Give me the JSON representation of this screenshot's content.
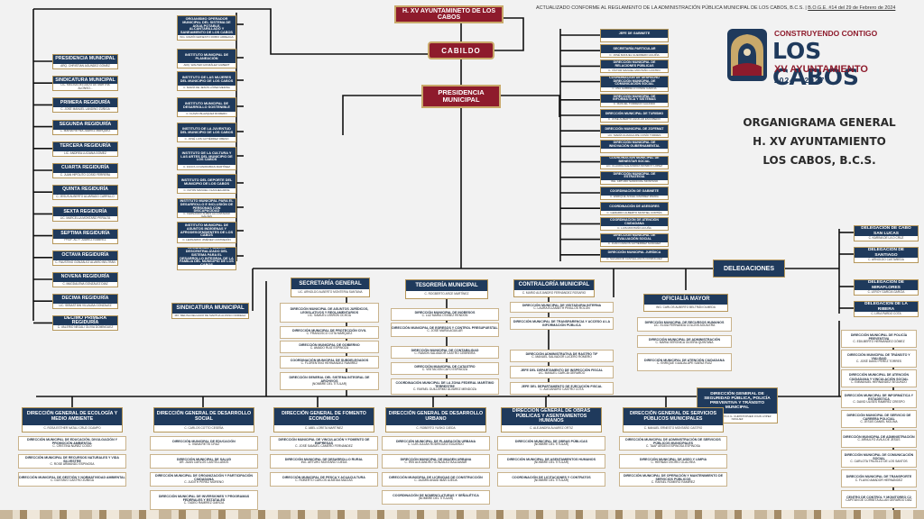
{
  "update_note": {
    "text": "ACTUALIZADO CONFORME AL REGLAMENTO DE LA ADMINISTRACIÓN PÚBLICA MUNICIPAL DE LOS CABOS, B.C.S.",
    "sep": "|",
    "boge": "B.O.G.E. #14 del 29 de Febrero de 2024"
  },
  "top": {
    "ayuntamiento": "H. XV AYUNTAMINETO DE LOS CABOS",
    "cabildo": "CABILDO",
    "presidencia": "PRESIDENCIA MUNICIPAL"
  },
  "logo": {
    "slogan": "CONSTRUYENDO CONTIGO",
    "name": "LOS CABOS",
    "sub": "XV AYUNTAMIENTO",
    "years": "2024 - 2027"
  },
  "org_title": [
    "ORGANIGRAMA GENERAL",
    "H. XV AYUNTAMIENTO",
    "LOS CABOS, B.C.S."
  ],
  "regidurias": [
    {
      "t": "PRESIDENCIA MUNICIPAL",
      "n": "ARQ. CHRISTIAN AGUNDEZ GÓMEZ"
    },
    {
      "t": "SINDICATURA MUNICIPAL",
      "n": "LIC. MELISA DELGADO DE MARTHA ALONSO..."
    },
    {
      "t": "PRIMERA REGIDURÍA",
      "n": "C. JOSÉ MANUEL LANDINO ZÚÑIGA"
    },
    {
      "t": "SEGUNDA REGIDURÍA",
      "n": "C. MARÍA REYNA JUÁREZ MÁRQUEZ"
    },
    {
      "t": "TERCERA REGIDURÍA",
      "n": "LIC. ANDREA LUCIANA GÓMEZ"
    },
    {
      "t": "CUARTA REGIDURÍA",
      "n": "C. JUAN HIPÓLITO COSÍO FERRERA"
    },
    {
      "t": "QUINTA REGIDURÍA",
      "n": "C. JESÚS ALBERTO ALVARADO CARRILLO"
    },
    {
      "t": "SEXTA REGIDURÍA",
      "n": "LIC. MARCELLA MONTAÑO PERALTA"
    },
    {
      "t": "SEPTIMA REGIDURÍA",
      "n": "PROF. ALTY JUÁREZ RAMÍREZ"
    },
    {
      "t": "OCTAVA REGIDURÍA",
      "n": "C. FAUSTINO GONZÁLEZ ALVARO BELTRÁN"
    },
    {
      "t": "NOVENA REGIDURÍA",
      "n": "C. MAGDALENA GONZÁLEZ DÍAZ"
    },
    {
      "t": "DECIMA REGIDURÍA",
      "n": "LIC. SEBASTIÁN VILLALBA GONZÁLEZ"
    },
    {
      "t": "DECIMO PRIMERA REGIDURÍA",
      "n": "C. VALERIO NEGALI OLIVIA DOMÍNGUEZ"
    }
  ],
  "sindicatura_bottom": {
    "t": "SINDICATURA MUNICIPAL",
    "n": "MX. MELISA DELGADO DE MARTHA ALONSO NORIEGA"
  },
  "institutos": [
    {
      "t": "ORGANISMO OPERADOR MUNICIPAL DEL SISTEMA DE AGUA POTABLE, ALCANTARILLADO Y SANEAMIENTO DE LOS CABOS",
      "n": "ING. RAMÓN ERNESTO ROBIO ARREAGA"
    },
    {
      "t": "INSTITUTO MUNICIPAL DE PLANEACIÓN",
      "n": "ARQ. WALTER GONZÁLEZ GILBERT"
    },
    {
      "t": "INSTITUTO DE LAS MUJERES DEL MUNICIPIO DE LOS CABOS",
      "n": "C. MARÍA DE JESÚS LÓPEZ MEDINA"
    },
    {
      "t": "INSTITUTO MUNICIPAL DE DESARROLLO SOSTENIBLE",
      "n": "C. FLAVIO BLAZQUEZ ROMERO"
    },
    {
      "t": "INSTITUTO DE LA JUVENTUD DEL MUNICIPIO DE LOS CABOS",
      "n": "C. JOSÉ LUIS GUTIÉRREZ OBESO"
    },
    {
      "t": "INSTITUTO DE LA CULTURA Y LAS ARTES DEL MUNICIPIO DE LOS CABOS",
      "n": "C. FANYA COVARRUBIAS MARTÍNEZ"
    },
    {
      "t": "INSTITUTO DEL DEPORTE DEL MUNICIPIO DE LOS CABOS",
      "n": "C. OLTON MANUEL OLACHEA ARCE"
    },
    {
      "t": "INSTITUTO MUNICIPAL PARA EL DESARROLLO E INCLUSIÓN DE PERSONAS CON DISCAPACIDAD",
      "n": "C. FERNANDO ALBES ALCANTARAR GALVES"
    },
    {
      "t": "INSTITUTO MUNICIPAL DE ASUNTOS INDÍGENAS Y AFRODESCENDIENTES DE LOS CABOS",
      "n": "C. LEONARDO JIMÉNEZ CASTREJÓN"
    },
    {
      "t": "ORGANISMO PÚBLICO DESCENTRALIZADO DEL SISTEMA PARA EL DESARROLLO INTEGRAL DE LA FAMILIA DEL MUNICIPIO DE LOS CABOS",
      "n": ""
    }
  ],
  "staff": [
    {
      "t": "JEFE DE GABINETE",
      "n": ""
    },
    {
      "t": "SECRETARÍA PARTICULAR",
      "n": "C. JOSÉ MANUEL GUERRERO AGUÍÑA"
    },
    {
      "t": "DIRECCIÓN MUNICIPAL DE RELACIONES PÚBLICAS",
      "n": "C. VÍCTOR MANUEL MONTAÑO CASTRO"
    },
    {
      "t": "COORDINACIÓN DE DESPACHO DIRECCIÓN MUNICIPAL DE COMUNICACIÓN SOCIAL",
      "n": "C. ANA GABRIELA CONDE GARCÍA"
    },
    {
      "t": "DIRECCIÓN MUNICIPAL DE INFORMÁTICA Y SISTEMAS",
      "n": "C. MANUEL TORRENO GALINDO"
    },
    {
      "t": "DIRECCIÓN MUNICIPAL DE TURISMO",
      "n": "C. JOSÉ ALBERTO AGUILAR ESCOBEDO"
    },
    {
      "t": "DIRECCIÓN MUNICIPAL DE ZOFEMAT",
      "n": "LIC. MARÍA GUADALUPE COSÍO TORRES"
    },
    {
      "t": "DIRECCIÓN MUNICIPAL DE INNOVACIÓN GUBERNAMENTAL",
      "n": ""
    },
    {
      "t": "COORDINACIÓN MUNICIPAL DE BIENESTAR SOCIAL",
      "n": "LIC. CLAUDIA ALEJANDRA MONROY LÓPEZ"
    },
    {
      "t": "DIRECCIÓN MUNICIPAL DE ESTRATEGIA",
      "n": "ING. ARTURO SANDOVAL MONTAÑO"
    },
    {
      "t": "COORDINACIÓN DE GABINETE",
      "n": "C. ENRIQUE ÁNGEL RAMÍREZ PARRA"
    },
    {
      "t": "COORDINACIÓN DE ASESORES",
      "n": "C. GERARDO ALBERTO MONTIEL CORTÉS"
    },
    {
      "t": "COORDINACIÓN DE ATENCIÓN CIUDADANA",
      "n": "C. LUIS MONTAÑO ACUÑA"
    },
    {
      "t": "DIRECCIÓN MUNICIPAL DE EVALUACIÓN SOCIAL",
      "n": "C. JUAN CARLOS GUTIÉRREZ SÁNCHEZ"
    },
    {
      "t": "DIRECCIÓN MUNICIPAL JURÍDICA",
      "n": "C. SALVADOR CASTELLANOS DOMÍNGUEZ"
    }
  ],
  "delegaciones": {
    "label": "DELEGACIONES",
    "items": [
      {
        "t": "DELEGACIÓN DE CABO SAN LUCAS",
        "n": "C. KARINA DE LA O CRUZ"
      },
      {
        "t": "DELEGACIÓN DE SANTIAGO",
        "n": "C. ARNOLDO CASTAÑEDA"
      },
      {
        "t": "DELEGACIÓN DE MIRAFLORES",
        "n": "C. LEROY GARCÍA GARCÍA"
      },
      {
        "t": "DELEGACIÓN DE LA RIBERA",
        "n": "C. LIRIA PARDO COTA"
      }
    ]
  },
  "secretaria": {
    "t": "SECRETARÍA GENERAL",
    "n": "LIC. ARNOLDO ALBERTO MONTERIA SANTANA",
    "subs": [
      {
        "t": "DIRECCIÓN MUNICIPAL DE ASUNTOS JURÍDICOS, LEGISLATIVOS Y REGLAMENTARIOS",
        "n": "LIC. SAMUEL LEBRÓN OCHOA"
      },
      {
        "t": "DIRECCIÓN MUNICIPAL DE PROTECCIÓN CIVIL",
        "n": "C. FRANCISCO COTA MÁRQUEZ"
      },
      {
        "t": "DIRECCIÓN MUNICIPAL DE GOBIERNO",
        "n": "C. AMADO RUIZ ESPINOZA"
      },
      {
        "t": "COORDINACIÓN MUNICIPAL DE SUBDELEGADOS",
        "n": "C. FLORENTINO HERNÁNDEZ RAMÍREZ"
      },
      {
        "t": "DIRECCIÓN GENERAL DEL SISTEMA INTEGRAL DE ARCHIVOS",
        "n": "(NOMBRE DEL TITULAR)"
      }
    ]
  },
  "tesoreria": {
    "t": "TESORERÍA MUNICIPAL",
    "n": "C. ROGBERTO ARCE MARTÍNEZ",
    "subs": [
      {
        "t": "DIRECCIÓN MUNICIPAL DE INGRESOS",
        "n": "C. LUZ MARÍA OTAÑEZ RENDÓN"
      },
      {
        "t": "DIRECCIÓN MUNICIPAL DE EGRESOS Y CONTROL PRESUPUESTAL",
        "n": "C. JOSÉ MARÍA AGUILAR"
      },
      {
        "t": "DIRECCIÓN MUNICIPAL DE CONTABILIDAD",
        "n": "C. RAMÓN SALVADOR CASTRO CEBREIRA"
      },
      {
        "t": "DIRECCIÓN MUNICIPAL DE CATASTRO",
        "n": "C. VISITACIÓN CAYO ESPINOZA"
      },
      {
        "t": "COORDINACIÓN MUNICIPAL DE LA ZONA FEDERAL MARÍTIMO TERRESTRE",
        "n": "C. RAFAEL GUILLERMO ÁLVAREZ MENDOZA"
      }
    ]
  },
  "contraloria": {
    "t": "CONTRALORÍA MUNICIPAL",
    "n": "C. MARIO ALEJANDRO FERNÁNDEZ ROSARIO",
    "subs": [
      {
        "t": "DIRECCIÓN MUNICIPAL DE VISITADURIA INTERNA",
        "n": "C. LAURA ELIZABETH PINILLOS ROLÓN"
      },
      {
        "t": "DIRECCIÓN MUNICIPAL DE TRANSPARENCIA Y ACCESO A LA INFORMACIÓN PÚBLICA",
        "n": ""
      },
      {
        "t": "DIRECCIÓN ADMINISTRATIVA DE RASTRO TIF",
        "n": "C. MANUEL SALVADOR LUCERO ROMERO"
      },
      {
        "t": "JEFE DEL DEPARTAMENTO DE INSPECCIÓN FISCAL",
        "n": "LIC. MANUEL GARCÍA GERARDO"
      },
      {
        "t": "JEFE DEL DEPARTAMENTO DE EJECUCIÓN FISCAL",
        "n": "C. ALEJANDRO CASTRO COTA"
      }
    ]
  },
  "oficialia": {
    "t": "OFICIALÍA MAYOR",
    "n": "ING. CARLOS ALBERTO BELTRÁN OLMEDA",
    "subs": [
      {
        "t": "DIRECCIÓN MUNICIPAL DE RECURSOS HUMANOS",
        "n": "LIC. ELIDA FERNANDA COLLINS AGUILERA"
      },
      {
        "t": "DIRECCIÓN MUNICIPAL DE ADMINISTRACIÓN",
        "n": "C. MARIA VERÓNICA OLVERA QUINTANA"
      },
      {
        "t": "DIRECCIÓN MUNICIPAL DE ATENCIÓN CIUDADANA",
        "n": "C. ENRIQUE GUADALUPE SÁENZ RUIZ"
      }
    ]
  },
  "seguridad": {
    "t": "DIRECCIÓN GENERAL DE SEGURIDAD PÚBLICA, POLICÍA PREVENTIVA Y TRÁNSITO MUNICIPAL",
    "n": "CAP. DE FRAGATA C.G. CHRISTOPHER JOHN LÓPEZ NOGUEZ",
    "subs": [
      {
        "t": "DIRECCIÓN MUNICIPAL DE POLICÍA PREVENTIVA",
        "n": "C. EDILBERTO HERNÁNDEZ GÓMEZ"
      },
      {
        "t": "DIRECCIÓN MUNICIPAL DE TRÁNSITO Y VIALIDAD",
        "n": "C. JOSÉ DAVID PÉREZ TORRES"
      },
      {
        "t": "DIRECCIÓN MUNICIPAL DE ATENCIÓN CIUDADANA Y VINCULACIÓN SOCIAL",
        "n": "C. EMMANUEL HERNÁNDEZ SEGUNDO"
      },
      {
        "t": "DIRECCIÓN MUNICIPAL DE INFORMÁTICA Y ESTADÍSTICA",
        "n": "C. DAVID ULISES RAMÍREZ CRESPO"
      },
      {
        "t": "DIRECCIÓN MUNICIPAL DE SERVICIO DE CARRERA POLICIAL",
        "n": "C. JESÚS DANIEL MOLINA"
      },
      {
        "t": "DIRECCIÓN MUNICIPAL DE ADMINISTRACIÓN",
        "n": "C. ARNULFO ÁVILA DE JESÚS"
      },
      {
        "t": "DIRECCIÓN MUNICIPAL DE COMUNICACIÓN SOCIAL",
        "n": "C. CARLOTA TRUJILLO DE LOS SANTOS"
      },
      {
        "t": "DIRECCIÓN MUNICIPAL DE TRANSPORTE",
        "n": "C. FLAVIO AMADOR HERNÁNDEZ"
      },
      {
        "t": "CENTRO DE CONTROL Y MONITOREO C2",
        "n": "CAPITÁN DE CORBETA ALLAN GERARDO DÍAZ"
      }
    ]
  },
  "generales": [
    {
      "t": "DIRECCIÓN GENERAL DE ECOLOGÍA Y MEDIO AMBIENTE",
      "n": "C. ROSA ESTHER NATALI CRUZ OCAMPO",
      "subs": [
        {
          "t": "DIRECCIÓN MUNICIPAL DE EDUCACIÓN, DIVULGACIÓN Y PROMOCIÓN AMBIENTAL",
          "n": "C. CRISTINA NÚÑEZ COSÍO"
        },
        {
          "t": "DIRECCIÓN MUNICIPAL DE RECURSOS NATURALES Y VIDA SILVESTRE",
          "n": "C. ROSE ARMANDO ESPINOSA"
        },
        {
          "t": "DIRECCIÓN MUNICIPAL DE GESTIÓN Y NORMATIVIDAD AMBIENTAL",
          "n": "C. GUSTAVO CASTRO ZÚÑIGA"
        }
      ]
    },
    {
      "t": "DIRECCIÓN GENERAL DE DESARROLLO SOCIAL",
      "n": "C. CARLOS COTTO CESEÑA",
      "subs": [
        {
          "t": "DIRECCIÓN MUNICIPAL DE EDUCACIÓN",
          "n": "C. IVANA RETIS CRUZ"
        },
        {
          "t": "DIRECCIÓN MUNICIPAL DE SALUD",
          "n": "DR. JUAN CARLOS CASTELLANOS"
        },
        {
          "t": "DIRECCIÓN MUNICIPAL DE ORGANIZACIÓN Y PARTICIPACIÓN CIUDADANA",
          "n": "C. JUDITH PÉREZ MORENO"
        },
        {
          "t": "DIRECCIÓN MUNICIPAL DE INVERSIONES Y PROGRAMAS FEDERALES Y ESTATALES",
          "n": "C. TADEO RAMÍREZ GARCÍA"
        }
      ]
    },
    {
      "t": "DIRECCIÓN GENERAL DE FOMENTO ECONÓMICO",
      "n": "C. ABEL LORETA MARTÍNEZ",
      "subs": [
        {
          "t": "DIRECCIÓN MUNICIPAL DE VINCULACIÓN Y FOMENTO DE EMPRESAS",
          "n": "C. JOSÉ SAMUEL CAMERO FERNÁNDEZ"
        },
        {
          "t": "DIRECCIÓN MUNICIPAL DE DESARROLLO RURAL",
          "n": "ING. ARTURO MONTAÑO OJEDA"
        },
        {
          "t": "DIRECCIÓN MUNICIPAL DE PESCA Y ACUACULTURA",
          "n": "C. ROBERTO CARLOS ALMEIDA MACÍAS"
        }
      ]
    },
    {
      "t": "DIRECCIÓN GENERAL DE DESARROLLO URBANO",
      "n": "C. ROBERTO YUSKO OJEDA",
      "subs": [
        {
          "t": "DIRECCIÓN MUNICIPAL DE PLANEACIÓN URBANA",
          "n": "C. LUIS JULIÁN RODRÍGUEZ EDUARDO"
        },
        {
          "t": "DIRECCIÓN MUNICIPAL DE IMAGEN URBANA",
          "n": "C. IRIS ALEJANDRO GONZÁLEZ BALDAMAR"
        },
        {
          "t": "DIRECCIÓN MUNICIPAL DE LICENCIAS DE CONSTRUCCIÓN",
          "n": "C. JAZMÍN ANAID IBÁÑ OJEDA"
        },
        {
          "t": "COORDINACIÓN DE NOMENCLATURAS Y SEÑALÉTICA",
          "n": "(NOMBRE DEL TITULAR)"
        }
      ]
    },
    {
      "t": "DIRECCIÓN GENERAL DE OBRAS PÚBLICAS Y ASENTAMIENTOS HUMANOS",
      "n": "C. ALEJANDRA ÁLVAREZ ORTIZ",
      "subs": [
        {
          "t": "DIRECCIÓN MUNICIPAL DE OBRAS PÚBLICAS",
          "n": "(NOMBRE DEL TITULAR)"
        },
        {
          "t": "DIRECCIÓN MUNICIPAL DE ASENTAMIENTOS HUMANOS",
          "n": "(NOMBRE DEL TITULAR)"
        },
        {
          "t": "COORDINACIÓN DE LICITACIONES Y CONTRATOS",
          "n": "(NOMBRE DEL TITULAR)"
        }
      ]
    },
    {
      "t": "DIRECCIÓN GENERAL DE SERVICIOS PÚBLICOS MUNICIPALES",
      "n": "C. MANUEL ERNESTO MONTAÑO CASTRO",
      "subs": [
        {
          "t": "DIRECCIÓN MUNICIPAL DE ADMINISTRACIÓN DE SERVICIOS PÚBLICOS MUNICIPALES",
          "n": "C. TAAF ARDEN ESPINOSA ESPINOSA"
        },
        {
          "t": "DIRECCIÓN MUNICIPAL DE ASEO Y LIMPIA",
          "n": "C. HERNÁN OSORIO OLACHEA"
        },
        {
          "t": "DIRECCIÓN MUNICIPAL DE OPERACIÓN Y MANTENIMIENTO DE SERVICIOS PÚBLICOS",
          "n": "C. RAFAEL ROMERO RAMÍREZ"
        }
      ]
    }
  ]
}
